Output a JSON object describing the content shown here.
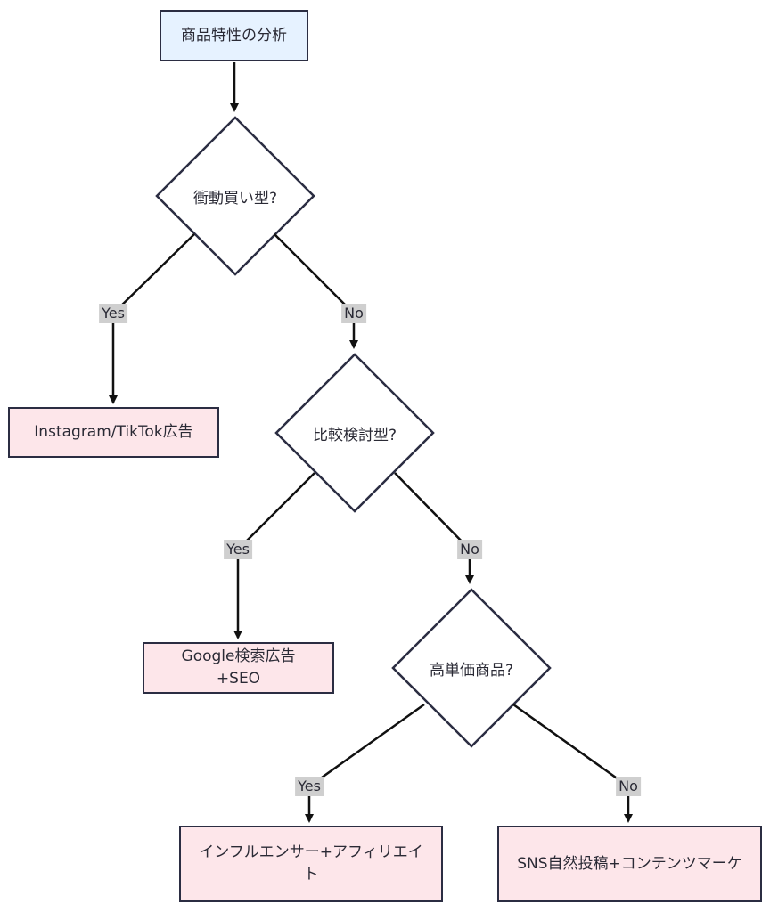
{
  "nodes": {
    "start": "商品特性の分析",
    "q1": "衝動買い型?",
    "q2": "比較検討型?",
    "q3": "高単価商品?",
    "r1": "Instagram/TikTok広告",
    "r2": "Google検索広告+SEO",
    "r3": "インフルエンサー+アフィリエイト",
    "r4": "SNS自然投稿+コンテンツマーケ"
  },
  "edges": {
    "q1_yes": "Yes",
    "q1_no": "No",
    "q2_yes": "Yes",
    "q2_no": "No",
    "q3_yes": "Yes",
    "q3_no": "No"
  }
}
